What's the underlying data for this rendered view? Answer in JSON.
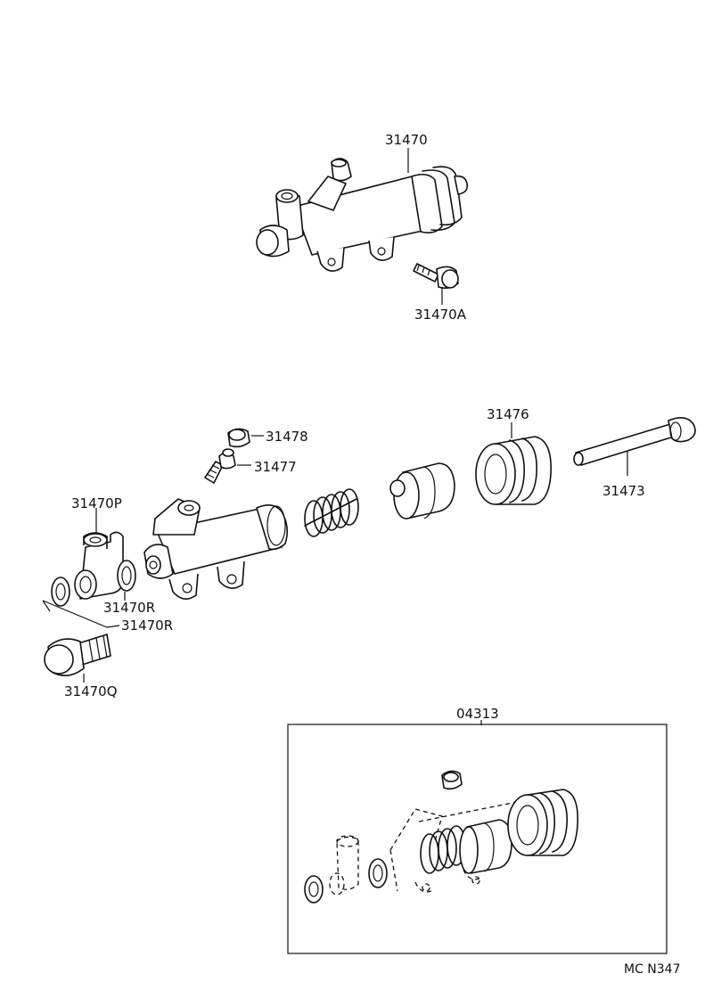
{
  "parts": {
    "assembly": "31470",
    "bolt": "31470A",
    "boot": "31476",
    "bleeder_cap": "31478",
    "bleeder_plug": "31477",
    "push_rod": "31473",
    "union": "31470P",
    "gasket_inner": "31470R",
    "gasket_outer": "31470R",
    "union_bolt": "31470Q",
    "repair_kit": "04313"
  },
  "code": "MC N347"
}
